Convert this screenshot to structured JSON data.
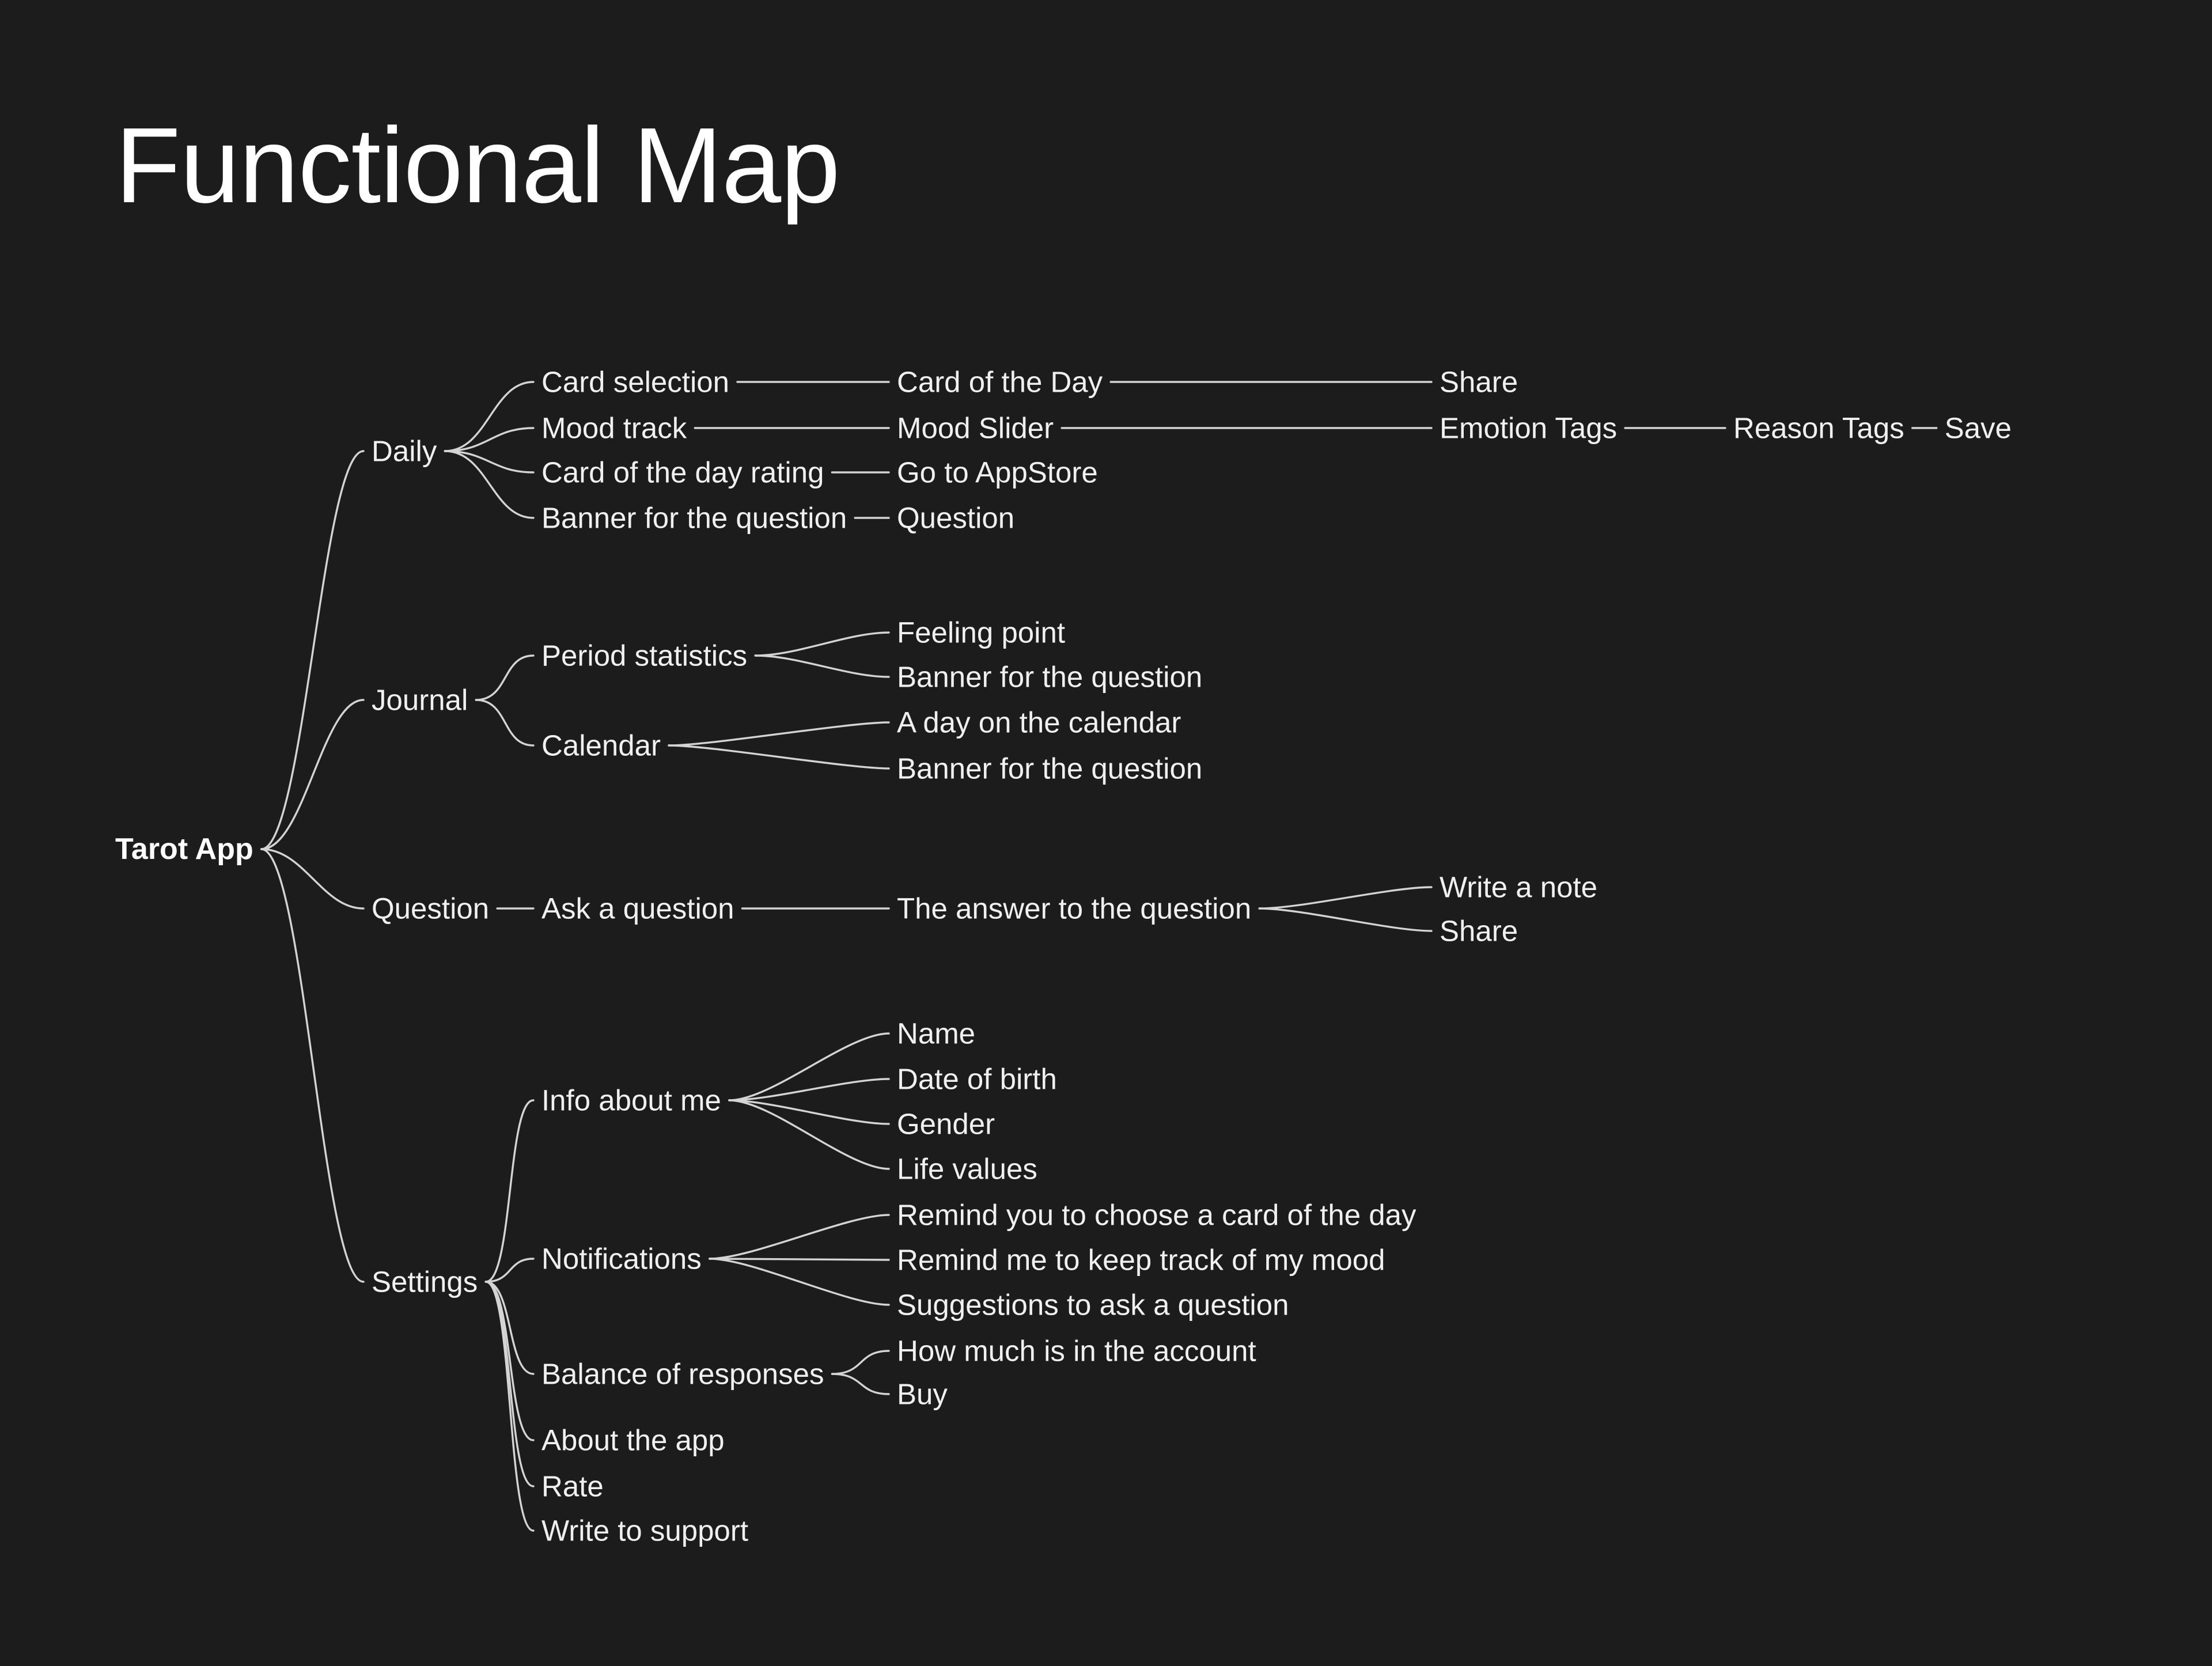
{
  "title": "Functional Map",
  "colors": {
    "background": "#1c1c1c",
    "text": "#f0f0f0",
    "connector": "#d4d4d4"
  },
  "tree": {
    "label": "Tarot App",
    "children": [
      {
        "label": "Daily",
        "children": [
          {
            "label": "Card selection",
            "children": [
              {
                "label": "Card of the Day",
                "children": [
                  {
                    "label": "Share"
                  }
                ]
              }
            ]
          },
          {
            "label": "Mood track",
            "children": [
              {
                "label": "Mood Slider",
                "children": [
                  {
                    "label": "Emotion Tags",
                    "children": [
                      {
                        "label": "Reason Tags",
                        "children": [
                          {
                            "label": "Save"
                          }
                        ]
                      }
                    ]
                  }
                ]
              }
            ]
          },
          {
            "label": "Card of the day rating",
            "children": [
              {
                "label": "Go to AppStore"
              }
            ]
          },
          {
            "label": "Banner for the question",
            "children": [
              {
                "label": "Question"
              }
            ]
          }
        ]
      },
      {
        "label": "Journal",
        "children": [
          {
            "label": "Period statistics",
            "children": [
              {
                "label": "Feeling point"
              },
              {
                "label": "Banner for the question"
              }
            ]
          },
          {
            "label": "Calendar",
            "children": [
              {
                "label": "A day on the calendar"
              },
              {
                "label": "Banner for the question"
              }
            ]
          }
        ]
      },
      {
        "label": "Question",
        "children": [
          {
            "label": "Ask a question",
            "children": [
              {
                "label": "The answer to the question",
                "children": [
                  {
                    "label": "Write a note"
                  },
                  {
                    "label": "Share"
                  }
                ]
              }
            ]
          }
        ]
      },
      {
        "label": "Settings",
        "children": [
          {
            "label": "Info about me",
            "children": [
              {
                "label": "Name"
              },
              {
                "label": "Date of birth"
              },
              {
                "label": "Gender"
              },
              {
                "label": "Life values"
              }
            ]
          },
          {
            "label": "Notifications",
            "children": [
              {
                "label": "Remind you to choose a card of the day"
              },
              {
                "label": "Remind me to keep track of my mood"
              },
              {
                "label": "Suggestions to ask a question"
              }
            ]
          },
          {
            "label": "Balance of responses",
            "children": [
              {
                "label": "How much is in the account"
              },
              {
                "label": "Buy"
              }
            ]
          },
          {
            "label": "About the app"
          },
          {
            "label": "Rate"
          },
          {
            "label": "Write to support"
          }
        ]
      }
    ]
  }
}
